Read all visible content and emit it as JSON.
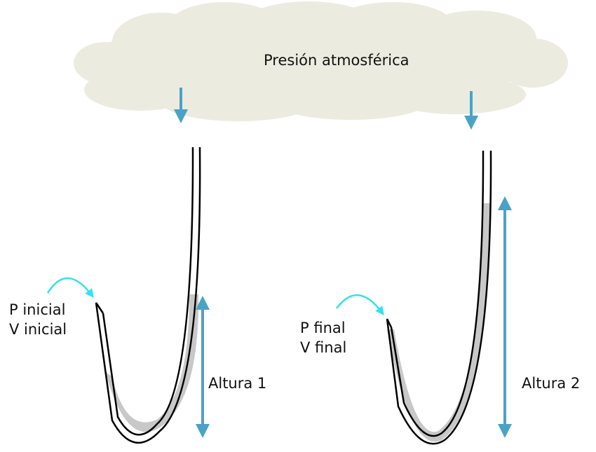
{
  "diagram": {
    "atmosphere_label": "Presión atmosférica",
    "left": {
      "pressure_label": "P inicial",
      "volume_label": "V inicial",
      "height_label": "Altura 1"
    },
    "right": {
      "pressure_label": "P final",
      "volume_label": "V final",
      "height_label": "Altura 2"
    }
  },
  "colors": {
    "cloud": "#ecebe0",
    "pressure_arrow": "#4aa3c6",
    "curved_arrow": "#33e0f0",
    "height_arrow": "#4aa3c6",
    "liquid": "#c8c8c8",
    "tube_outline": "#000000"
  }
}
